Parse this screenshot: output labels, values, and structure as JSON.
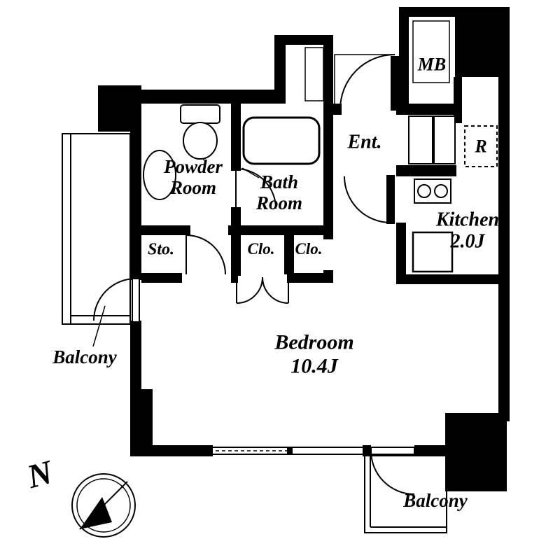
{
  "floorplan": {
    "rooms": {
      "mb": "MB",
      "ent": "Ent.",
      "refrigerator": "R",
      "kitchen": "Kitchen\n2.0J",
      "powder": "Powder\nRoom",
      "bath": "Bath\nRoom",
      "storage": "Sto.",
      "closet_left": "Clo.",
      "closet_right": "Clo.",
      "bedroom": "Bedroom\n10.4J",
      "balcony_left": "Balcony",
      "balcony_bottom": "Balcony"
    },
    "compass": {
      "north": "N"
    },
    "colors": {
      "wall": "#000000",
      "floor": "#ffffff"
    },
    "icons": {
      "toilet": "toilet-icon",
      "washbasin": "washbasin-icon",
      "bathtub": "bathtub-icon",
      "stove": "stove-icon",
      "kitchen_counter": "kitchen-counter-icon",
      "compass": "compass-icon"
    }
  }
}
